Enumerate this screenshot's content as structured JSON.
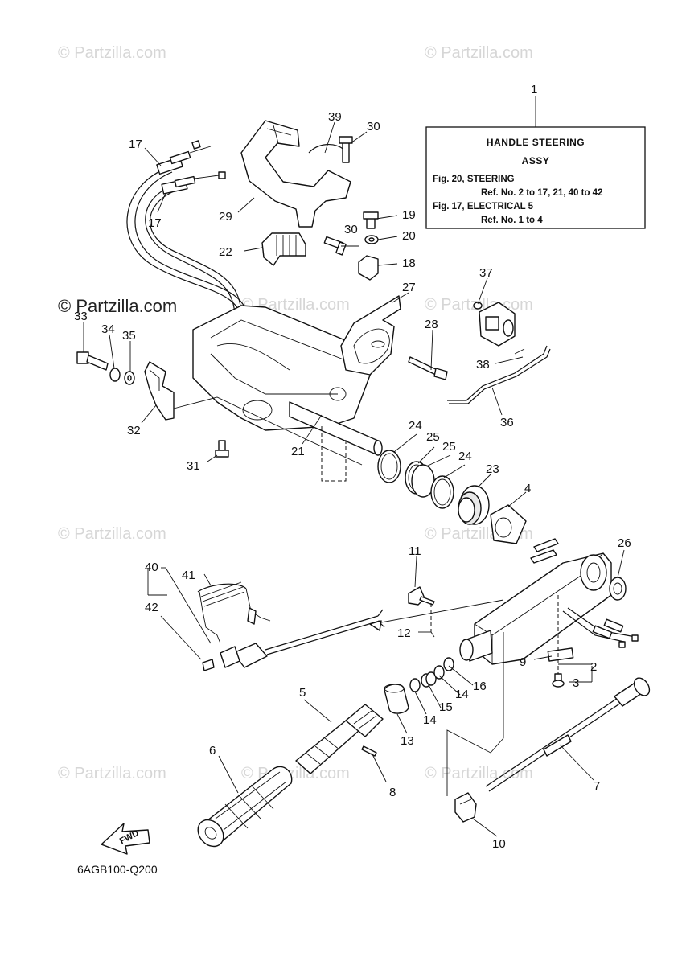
{
  "watermarks": [
    "© Partzilla.com",
    "© Partzilla.com",
    "© Partzilla.com",
    "© Partzilla.com",
    "© Partzilla.com",
    "© Partzilla.com",
    "© Partzilla.com",
    "© Partzilla.com",
    "© Partzilla.com"
  ],
  "brand": "© Partzilla.com",
  "info_box": {
    "ref": "1",
    "title_line1": "HANDLE STEERING",
    "title_line2": "ASSY",
    "line1": "Fig. 20, STEERING",
    "line2": "Ref. No. 2 to 17, 21, 40 to 42",
    "line3": "Fig. 17, ELECTRICAL 5",
    "line4": "Ref. No. 1 to 4"
  },
  "callouts": [
    "2",
    "3",
    "4",
    "5",
    "6",
    "7",
    "8",
    "9",
    "10",
    "11",
    "12",
    "13",
    "14",
    "14",
    "15",
    "16",
    "17",
    "17",
    "18",
    "19",
    "20",
    "21",
    "22",
    "23",
    "24",
    "24",
    "25",
    "25",
    "26",
    "27",
    "28",
    "29",
    "30",
    "30",
    "31",
    "32",
    "33",
    "34",
    "35",
    "36",
    "37",
    "38",
    "39",
    "40",
    "41",
    "42"
  ],
  "fwd_label": "FWD",
  "diagram_code": "6AGB100-Q200"
}
